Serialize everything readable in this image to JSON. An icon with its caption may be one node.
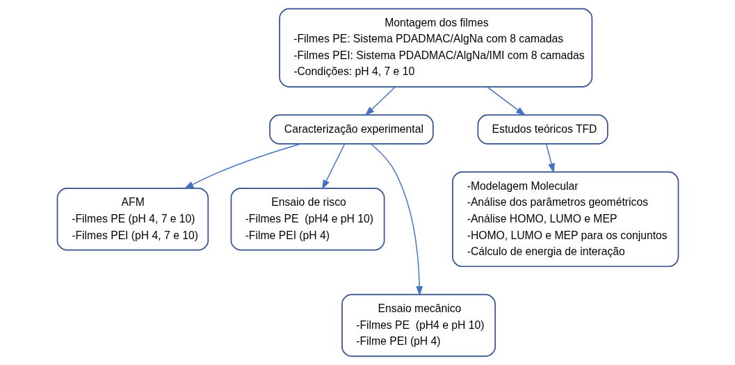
{
  "diagram": {
    "nodes": [
      {
        "text": [
          "Montagem dos filmes",
          "-Filmes PE: Sistema PDADMAC/AlgNa com 8 camadas",
          "-Filmes PEI: Sistema PDADMAC/AlgNa/IMI com 8 camadas",
          "-Condições: pH 4, 7 e 10"
        ]
      },
      {
        "text": [
          "Caracterização experimental"
        ]
      },
      {
        "text": [
          "Estudos teóricos TFD"
        ]
      },
      {
        "text": [
          "AFM",
          "-Filmes PE (pH 4, 7 e 10)",
          "-Filmes PEI (pH 4, 7 e 10)"
        ]
      },
      {
        "text": [
          "Ensaio de risco",
          "-Filmes PE  (pH4 e pH 10)",
          "-Filme PEI (pH 4)"
        ]
      },
      {
        "text": [
          "Ensaio mecânico",
          "-Filmes PE  (pH4 e pH 10)",
          "-Filme PEI (pH 4)"
        ]
      },
      {
        "text": [
          "-Modelagem Molecular",
          "-Análise dos parâmetros geométricos",
          "-Análise HOMO, LUMO e MEP",
          "-HOMO, LUMO e MEP para os conjuntos",
          "-Cálculo de energia de interação"
        ]
      }
    ],
    "edges": [
      {
        "from": 0,
        "to": 1,
        "arrow": "to"
      },
      {
        "from": 0,
        "to": 2,
        "arrow": "to"
      },
      {
        "from": 1,
        "to": 3,
        "arrow": "to"
      },
      {
        "from": 1,
        "to": 5,
        "arrow": "to"
      },
      {
        "from": 1,
        "to": 4,
        "arrow": "to"
      },
      {
        "from": 2,
        "to": 6,
        "arrow": "to"
      }
    ]
  }
}
